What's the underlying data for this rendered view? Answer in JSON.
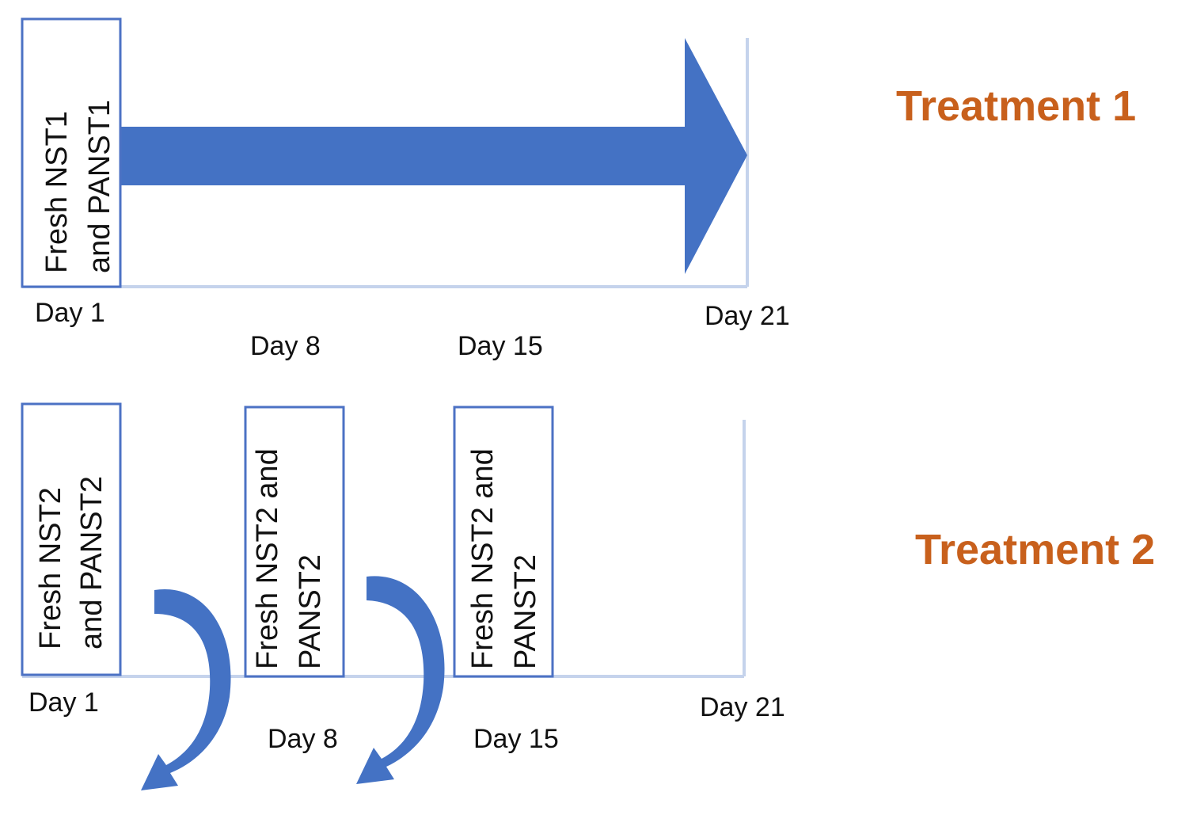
{
  "colors": {
    "arrow": "#4472c4",
    "title": "#c8601c",
    "axis": "#c5d3ec",
    "box_border": "#4c72c4"
  },
  "treatment1": {
    "title": "Treatment 1",
    "box": {
      "line1": "Fresh NST1",
      "line2": "and PANST1"
    },
    "day_labels": {
      "start": "Day 1",
      "day8": "Day 8",
      "day15": "Day 15",
      "end": "Day 21"
    }
  },
  "treatment2": {
    "title": "Treatment 2",
    "boxes": [
      {
        "line1": "Fresh NST2",
        "line2": "and PANST2"
      },
      {
        "line1": "Fresh NST2 and",
        "line2": "PANST2"
      },
      {
        "line1": "Fresh NST2 and",
        "line2": "PANST2"
      }
    ],
    "day_labels": {
      "start": "Day 1",
      "day8": "Day 8",
      "day15": "Day 15",
      "end": "Day 21"
    }
  }
}
